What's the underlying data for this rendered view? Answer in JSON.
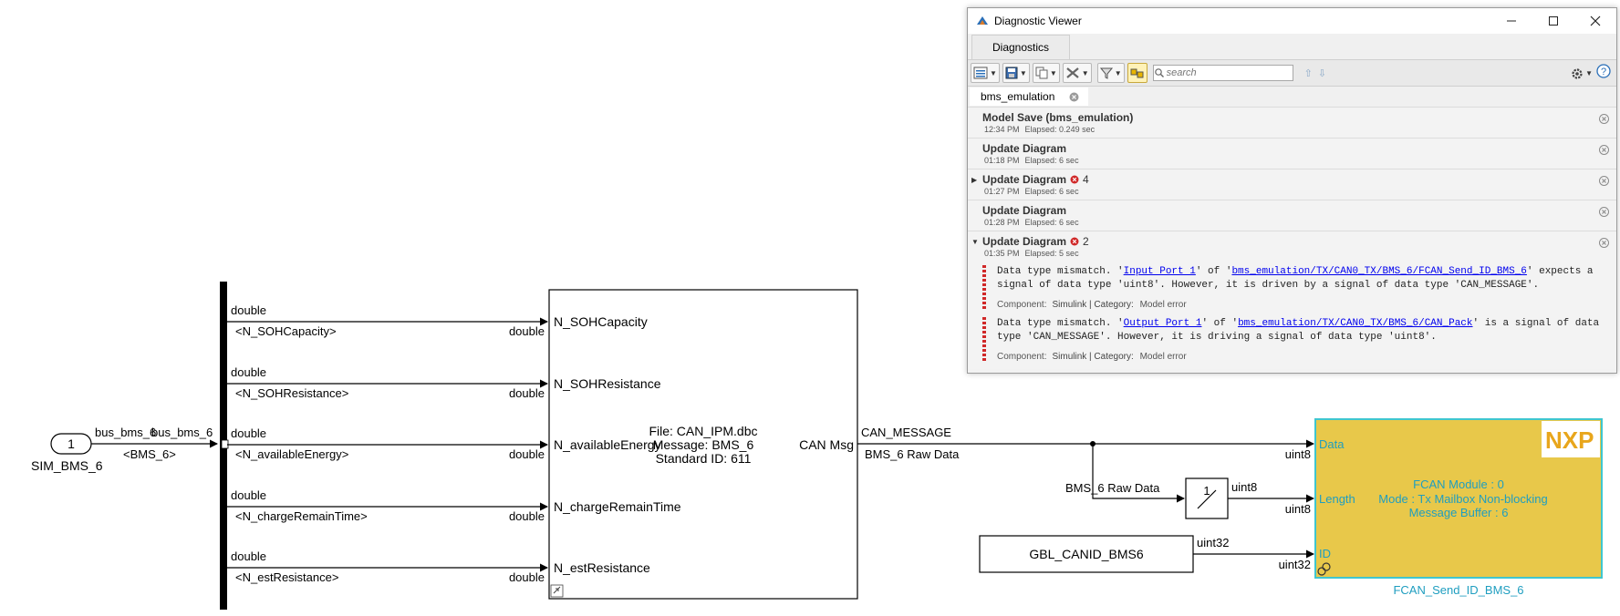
{
  "model": {
    "inport": {
      "number": "1",
      "name": "SIM_BMS_6",
      "signal_left": "bus_bms_6",
      "signal_right": "bus_bms_6",
      "signal_sub": "<BMS_6>"
    },
    "bus_signals": [
      {
        "type": "double",
        "label": "<N_SOHCapacity>",
        "port": "N_SOHCapacity",
        "port_type": "double"
      },
      {
        "type": "double",
        "label": "<N_SOHResistance>",
        "port": "N_SOHResistance",
        "port_type": "double"
      },
      {
        "type": "double",
        "label": "<N_availableEnergy>",
        "port": "N_availableEnergy",
        "port_type": "double"
      },
      {
        "type": "double",
        "label": "<N_chargeRemainTime>",
        "port": "N_chargeRemainTime",
        "port_type": "double"
      },
      {
        "type": "double",
        "label": "<N_estResistance>",
        "port": "N_estResistance",
        "port_type": "double"
      }
    ],
    "can_pack": {
      "file": "File: CAN_IPM.dbc",
      "message": "Message: BMS_6",
      "standard_id": "Standard ID: 611",
      "output_port": "CAN Msg"
    },
    "can_signal": {
      "type": "CAN_MESSAGE",
      "name": "BMS_6 Raw Data"
    },
    "branch_label": "BMS_6 Raw Data",
    "width_block": {
      "value": "1",
      "out_type": "uint8"
    },
    "constant": {
      "name": "GBL_CANID_BMS6",
      "out_type": "uint32"
    },
    "fcan": {
      "name": "FCAN_Send_ID_BMS_6",
      "logo": "NXP",
      "ports": [
        "Data",
        "Length",
        "ID"
      ],
      "port_types": [
        "uint8",
        "uint8",
        "uint32"
      ],
      "mode": "Mode : Tx Mailbox Non-blocking",
      "module": "FCAN Module : 0",
      "buffer": "Message Buffer : 6"
    },
    "colors": {
      "fcan_fill": "#e8c84a",
      "fcan_border": "#3fc6cf",
      "fcan_text": "#1f9ec0",
      "accent": "#0000ee",
      "error": "#d02828"
    }
  },
  "diagnostic_viewer": {
    "title": "Diagnostic Viewer",
    "tab": "Diagnostics",
    "search_placeholder": "search",
    "model_tab": "bms_emulation",
    "entries": [
      {
        "title": "Model Save (bms_emulation)",
        "time": "12:34 PM",
        "elapsed": "Elapsed: 0.249 sec"
      },
      {
        "title": "Update Diagram",
        "time": "01:18 PM",
        "elapsed": "Elapsed: 6 sec"
      },
      {
        "title": "Update Diagram",
        "time": "01:27 PM",
        "elapsed": "Elapsed: 6 sec",
        "errors": "4"
      },
      {
        "title": "Update Diagram",
        "time": "01:28 PM",
        "elapsed": "Elapsed: 6 sec"
      },
      {
        "title": "Update Diagram",
        "time": "01:35 PM",
        "elapsed": "Elapsed: 5 sec",
        "errors": "2"
      }
    ],
    "messages": [
      {
        "pre": "Data type mismatch. '",
        "link1": "Input Port 1",
        "mid1": "' of '",
        "link2": "bms_emulation/TX/CAN0_TX/BMS_6/FCAN_Send_ID_BMS_6",
        "rest": "' expects a signal of data type 'uint8'. However, it is driven by a signal of data type 'CAN_MESSAGE'.",
        "component": "Component:",
        "component_value": "Simulink | Category:",
        "category": "Model error"
      },
      {
        "pre": "Data type mismatch. '",
        "link1": "Output Port 1",
        "mid1": "' of '",
        "link2": "bms_emulation/TX/CAN0_TX/BMS_6/CAN_Pack",
        "rest": "' is a signal of data type 'CAN_MESSAGE'. However, it is driving a signal of data type 'uint8'.",
        "component": "Component:",
        "component_value": "Simulink | Category:",
        "category": "Model error"
      }
    ]
  }
}
